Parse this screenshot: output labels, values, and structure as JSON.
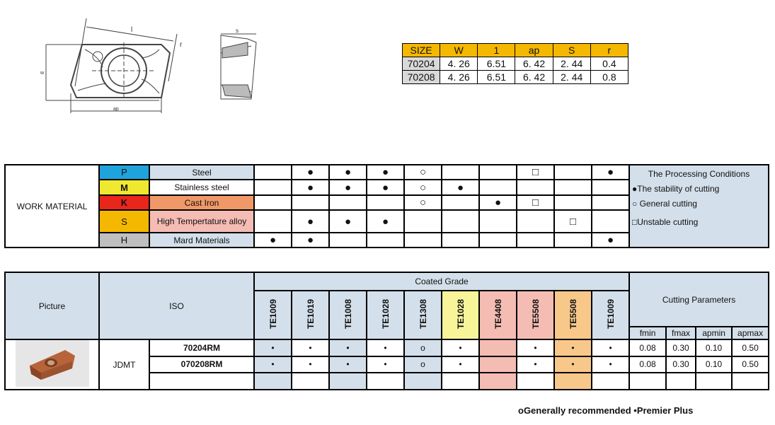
{
  "size_table": {
    "headers": [
      "SIZE",
      "W",
      "1",
      "ap",
      "S",
      "r"
    ],
    "rows": [
      [
        "70204",
        "4. 26",
        "6.51",
        "6. 42",
        "2. 44",
        "0.4"
      ],
      [
        "70208",
        "4. 26",
        "6.51",
        "6. 42",
        "2. 44",
        "0.8"
      ]
    ]
  },
  "drawing": {
    "labels": {
      "l": "l",
      "r": "r",
      "w": "w",
      "ap": "ap",
      "s": "s"
    }
  },
  "work_material": {
    "label": "WORK MATERIAL",
    "materials": [
      {
        "code": "P",
        "name": "Steel",
        "code_color": "#1fa3dc",
        "name_color": "#d3dfea",
        "marks": [
          "",
          "●",
          "●",
          "●",
          "○",
          "",
          "",
          "□",
          "",
          "●"
        ]
      },
      {
        "code": "M",
        "name": "Stainless steel",
        "code_color": "#f0e830",
        "name_color": "#ffffff",
        "marks": [
          "",
          "●",
          "●",
          "●",
          "○",
          "●",
          "",
          "",
          "",
          ""
        ]
      },
      {
        "code": "K",
        "name": "Cast Iron",
        "code_color": "#e8261c",
        "name_color": "#f09868",
        "marks": [
          "",
          "",
          "",
          "",
          "○",
          "",
          "●",
          "□",
          "",
          ""
        ]
      },
      {
        "code": "S",
        "name": "High Tempertature alloy",
        "code_color": "#f5b800",
        "name_color": "#f5bcb4",
        "marks": [
          "",
          "●",
          "●",
          "●",
          "",
          "",
          "",
          "",
          "□",
          ""
        ]
      },
      {
        "code": "H",
        "name": "Mard Materials",
        "code_color": "#bfbfbf",
        "name_color": "#d3dfea",
        "marks": [
          "●",
          "●",
          "",
          "",
          "",
          "",
          "",
          "",
          "",
          "●"
        ]
      }
    ],
    "legend": {
      "title": "The Processing Conditions",
      "items": [
        "●The stability of cutting",
        "○ General cutting",
        "□Unstable cutting"
      ]
    }
  },
  "grade_table": {
    "picture_label": "Picture",
    "iso_label": "ISO",
    "coated_grade_label": "Coated Grade",
    "cutting_params_label": "Cutting Parameters",
    "grades": [
      {
        "name": "TE1009",
        "head": "#d3dfea",
        "body": "#d3dfea"
      },
      {
        "name": "TE1019",
        "head": "#d3dfea",
        "body": "#ffffff"
      },
      {
        "name": "TE1008",
        "head": "#d3dfea",
        "body": "#d3dfea"
      },
      {
        "name": "TE1028",
        "head": "#d3dfea",
        "body": "#ffffff"
      },
      {
        "name": "TE1308",
        "head": "#d3dfea",
        "body": "#d3dfea"
      },
      {
        "name": "TE1028",
        "head": "#f8f49a",
        "body": "#ffffff"
      },
      {
        "name": "TE4408",
        "head": "#f5bcb4",
        "body": "#f5bcb4"
      },
      {
        "name": "TE5508",
        "head": "#f5bcb4",
        "body": "#ffffff"
      },
      {
        "name": "TE5508",
        "head": "#f8c88a",
        "body": "#f8c88a"
      },
      {
        "name": "TE1009",
        "head": "#d3dfea",
        "body": "#ffffff"
      }
    ],
    "param_headers": [
      "fmin",
      "fmax",
      "apmin",
      "apmax"
    ],
    "family": "JDMT",
    "rows": [
      {
        "iso": "70204RM",
        "marks": [
          "•",
          "•",
          "•",
          "•",
          "o",
          "•",
          "",
          "•",
          "•",
          "•"
        ],
        "params": [
          "0.08",
          "0.30",
          "0.10",
          "0.50"
        ]
      },
      {
        "iso": "070208RM",
        "marks": [
          "•",
          "•",
          "•",
          "•",
          "o",
          "•",
          "",
          "•",
          "•",
          "•"
        ],
        "params": [
          "0.08",
          "0.30",
          "0.10",
          "0.50"
        ]
      },
      {
        "iso": "",
        "marks": [
          "",
          "",
          "",
          "",
          "",
          "",
          "",
          "",
          "",
          ""
        ],
        "params": [
          "",
          "",
          "",
          ""
        ]
      }
    ]
  },
  "footer": {
    "text": "oGenerally recommended  •Premier Plus"
  }
}
